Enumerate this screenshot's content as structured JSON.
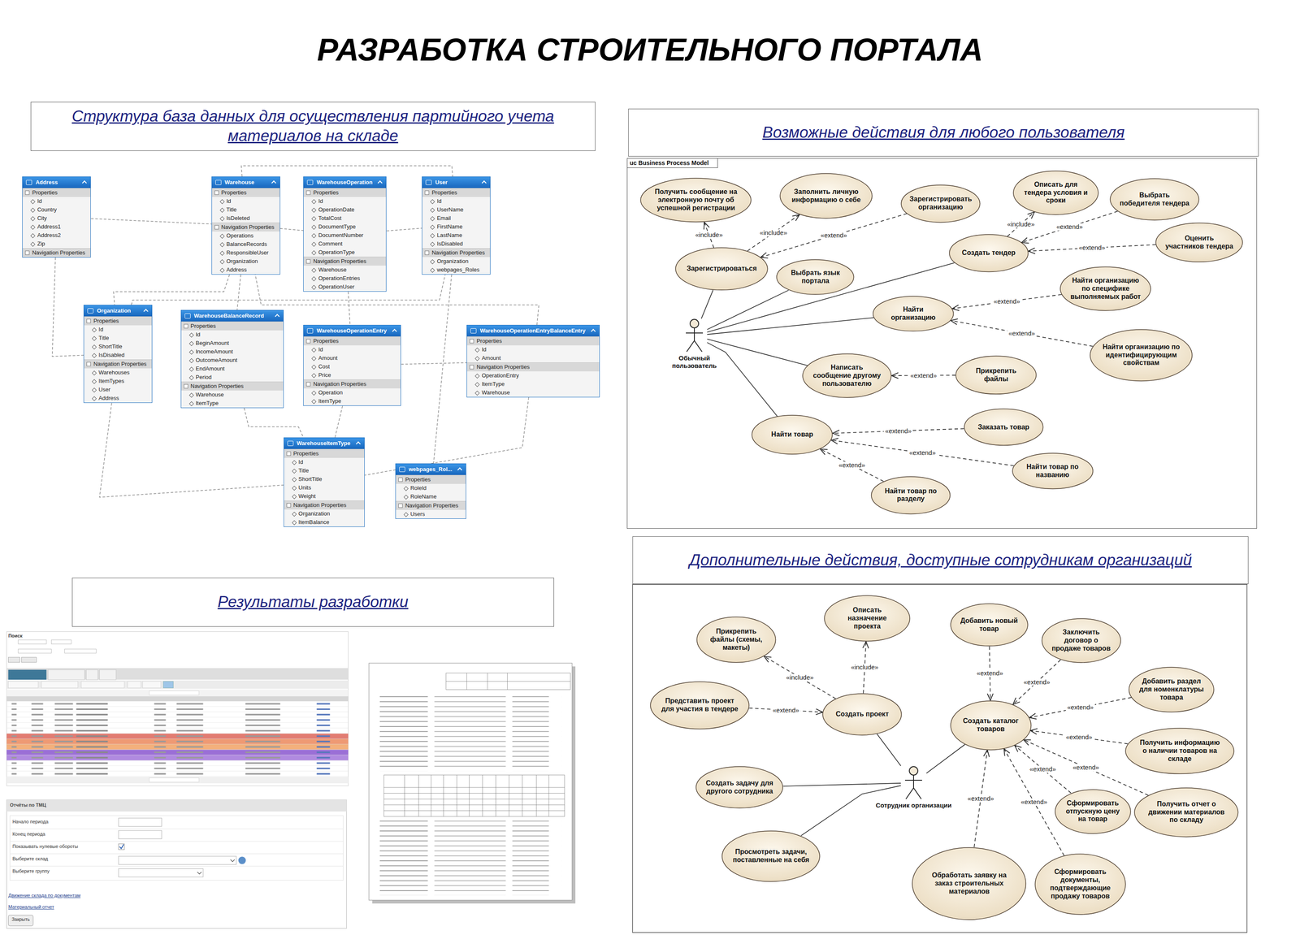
{
  "diagram": {
    "title": "РАЗРАБОТКА СТРОИТЕЛЬНОГО ПОРТАЛА",
    "nodes": [
      {
        "text": [
          "Структура база данных для осуществления партийного учета материалов на складе"
        ]
      },
      {
        "text": [
          "Возможные действия для любого пользователя"
        ]
      },
      {
        "text": [
          "Address",
          "Properties",
          "Id",
          "Country",
          "City",
          "Address1",
          "Address2",
          "Zip",
          "Navigation Properties"
        ]
      },
      {
        "text": [
          "Warehouse",
          "Properties",
          "Id",
          "Title",
          "IsDeleted",
          "Navigation Properties",
          "Operations",
          "BalanceRecords",
          "ResponsibleUser",
          "Organization",
          "Address"
        ]
      },
      {
        "text": [
          "WarehouseOperation",
          "Properties",
          "Id",
          "OperationDate",
          "TotalCost",
          "DocumentType",
          "DocumentNumber",
          "Comment",
          "OperationType",
          "Navigation Properties",
          "Warehouse",
          "OperationEntries",
          "OperationUser"
        ]
      },
      {
        "text": [
          "User",
          "Properties",
          "Id",
          "UserName",
          "Email",
          "FirstName",
          "LastName",
          "IsDisabled",
          "Navigation Properties",
          "Organization",
          "webpages_Roles"
        ]
      },
      {
        "text": [
          "Organization",
          "Properties",
          "Id",
          "Title",
          "ShortTitle",
          "IsDisabled",
          "Navigation Properties",
          "Warehouses",
          "ItemTypes",
          "User",
          "Address"
        ]
      },
      {
        "text": [
          "WarehouseBalanceRecord",
          "Properties",
          "Id",
          "BeginAmount",
          "IncomeAmount",
          "OutcomeAmount",
          "EndAmount",
          "Period",
          "Navigation Properties",
          "Warehouse",
          "ItemType"
        ]
      },
      {
        "text": [
          "WarehouseOperationEntry",
          "Properties",
          "Id",
          "Amount",
          "Cost",
          "Price",
          "Navigation Properties",
          "Operation",
          "ItemType"
        ]
      },
      {
        "text": [
          "WarehouseOperationEntryBalanceEntry",
          "Properties",
          "Id",
          "Amount",
          "Navigation Properties",
          "OperationEntry",
          "ItemType",
          "Warehouse"
        ]
      },
      {
        "text": [
          "WarehouseItemType",
          "Properties",
          "Id",
          "Title",
          "ShortTitle",
          "Units",
          "Weight",
          "Navigation Properties",
          "Organization",
          "ItemBalance"
        ]
      },
      {
        "text": [
          "webpages_Rol...",
          "Properties",
          "RoleId",
          "RoleName",
          "Navigation Properties",
          "Users"
        ]
      },
      {
        "text": [
          "uc Business Process Model"
        ]
      },
      {
        "text": [
          "Получить сообщение на электронную почту об успешной регистрации"
        ],
        "in": 12
      },
      {
        "text": [
          "Заполнить личную информацию о себе"
        ],
        "in": 12
      },
      {
        "text": [
          "Зарегистрировать организацию"
        ],
        "in": 12
      },
      {
        "text": [
          "Описать для тендера условия и сроки"
        ],
        "in": 12
      },
      {
        "text": [
          "Выбрать победителя тендера"
        ],
        "in": 12
      },
      {
        "text": [
          "Создать тендер"
        ],
        "in": 12
      },
      {
        "text": [
          "Оценить участников тендера"
        ],
        "in": 12
      },
      {
        "text": [
          "Зарегистрироваться"
        ],
        "in": 12
      },
      {
        "text": [
          "Выбрать язык портала"
        ],
        "in": 12
      },
      {
        "text": [
          "Найти организацию по специфике выполняемых работ"
        ],
        "in": 12
      },
      {
        "text": [
          "Найти организацию"
        ],
        "in": 12
      },
      {
        "text": [
          "Обычный пользователь"
        ],
        "in": 12
      },
      {
        "text": [
          "Найти организацию по идентифицирующим свойствам"
        ],
        "in": 12
      },
      {
        "text": [
          "Написать сообщение другому пользователю"
        ],
        "in": 12
      },
      {
        "text": [
          "Прикрепить файлы"
        ],
        "in": 12
      },
      {
        "text": [
          "Найти товар"
        ],
        "in": 12
      },
      {
        "text": [
          "Заказать товар"
        ],
        "in": 12
      },
      {
        "text": [
          "Найти товар по названию"
        ],
        "in": 12
      },
      {
        "text": [
          "Найти товар по разделу"
        ],
        "in": 12
      },
      {
        "text": [
          "Дополнительные действия, доступные сотрудникам организаций"
        ]
      },
      {
        "text": [
          "Результаты разработки"
        ]
      },
      {
        "text": [
          "Описать назначение проекта"
        ]
      },
      {
        "text": [
          "Прикрепить файлы (схемы, макеты)"
        ]
      },
      {
        "text": [
          "Добавить новый товар"
        ]
      },
      {
        "text": [
          "Заключить договор о продаже товаров"
        ]
      },
      {
        "text": [
          "Добавить раздел для номенклатуры товара"
        ]
      },
      {
        "text": [
          "Представить проект для участия в тендере"
        ]
      },
      {
        "text": [
          "Создать проект"
        ]
      },
      {
        "text": [
          "Создать каталог товаров"
        ]
      },
      {
        "text": [
          "Получить информацию о наличии товаров на складе"
        ]
      },
      {
        "text": [
          "Создать задачу для другого сотрудника"
        ]
      },
      {
        "text": [
          "Сотрудник организации"
        ]
      },
      {
        "text": [
          "Сформировать отпускную цену на товар"
        ]
      },
      {
        "text": [
          "Получить отчет о движении материалов по складу"
        ]
      },
      {
        "text": [
          "Просмотреть задачи, поставленные на себя"
        ]
      },
      {
        "text": [
          "Обработать заявку на заказ строительных материалов"
        ]
      },
      {
        "text": [
          "Сформировать документы, подтверждающие продажу товаров"
        ]
      }
    ],
    "edges": [
      {
        "from": 2,
        "to": 3,
        "arrow": "none"
      },
      {
        "from": 2,
        "to": 6,
        "arrow": "none"
      },
      {
        "from": 3,
        "to": 6,
        "arrow": "none"
      },
      {
        "from": 3,
        "to": 4,
        "arrow": "none"
      },
      {
        "from": 3,
        "to": 7,
        "arrow": "none"
      },
      {
        "from": 3,
        "to": 5,
        "arrow": "none"
      },
      {
        "from": 4,
        "to": 5,
        "arrow": "none"
      },
      {
        "from": 4,
        "to": 8,
        "arrow": "none"
      },
      {
        "from": 6,
        "to": 5,
        "arrow": "none"
      },
      {
        "from": 6,
        "to": 10,
        "arrow": "none"
      },
      {
        "from": 8,
        "to": 10,
        "arrow": "none"
      },
      {
        "from": 8,
        "to": 9,
        "arrow": "none"
      },
      {
        "from": 7,
        "to": 10,
        "arrow": "none"
      },
      {
        "from": 9,
        "to": 10,
        "arrow": "none"
      },
      {
        "from": 9,
        "to": 3,
        "arrow": "none"
      },
      {
        "from": 5,
        "to": 11,
        "arrow": "none"
      },
      {
        "from": 24,
        "to": 20,
        "arrow": "none"
      },
      {
        "from": 24,
        "to": 21,
        "arrow": "none"
      },
      {
        "from": 24,
        "to": 18,
        "arrow": "none"
      },
      {
        "from": 24,
        "to": 23,
        "arrow": "none"
      },
      {
        "from": 24,
        "to": 26,
        "arrow": "none"
      },
      {
        "from": 24,
        "to": 28,
        "arrow": "none"
      },
      {
        "from": 20,
        "to": 13,
        "label": "«include»",
        "arrow": "to"
      },
      {
        "from": 20,
        "to": 14,
        "label": "«include»",
        "arrow": "to"
      },
      {
        "from": 15,
        "to": 20,
        "label": "«extend»",
        "arrow": "to"
      },
      {
        "from": 18,
        "to": 16,
        "label": "«include»",
        "arrow": "to"
      },
      {
        "from": 17,
        "to": 18,
        "label": "«extend»",
        "arrow": "to"
      },
      {
        "from": 19,
        "to": 18,
        "label": "«extend»",
        "arrow": "to"
      },
      {
        "from": 22,
        "to": 23,
        "label": "«extend»",
        "arrow": "to"
      },
      {
        "from": 25,
        "to": 23,
        "label": "«extend»",
        "arrow": "to"
      },
      {
        "from": 27,
        "to": 26,
        "label": "«extend»",
        "arrow": "to"
      },
      {
        "from": 29,
        "to": 28,
        "label": "«extend»",
        "arrow": "to"
      },
      {
        "from": 30,
        "to": 28,
        "label": "«extend»",
        "arrow": "to"
      },
      {
        "from": 31,
        "to": 28,
        "label": "«extend»",
        "arrow": "to"
      },
      {
        "from": 44,
        "to": 40,
        "arrow": "none"
      },
      {
        "from": 44,
        "to": 41,
        "arrow": "none"
      },
      {
        "from": 44,
        "to": 43,
        "arrow": "none"
      },
      {
        "from": 44,
        "to": 47,
        "arrow": "none"
      },
      {
        "from": 40,
        "to": 35,
        "label": "«include»",
        "arrow": "to"
      },
      {
        "from": 40,
        "to": 34,
        "label": "«include»",
        "arrow": "to"
      },
      {
        "from": 39,
        "to": 40,
        "label": "«extend»",
        "arrow": "to"
      },
      {
        "from": 36,
        "to": 41,
        "label": "«extend»",
        "arrow": "to"
      },
      {
        "from": 37,
        "to": 41,
        "label": "«extend»",
        "arrow": "to"
      },
      {
        "from": 38,
        "to": 41,
        "label": "«extend»",
        "arrow": "to"
      },
      {
        "from": 42,
        "to": 41,
        "label": "«extend»",
        "arrow": "to"
      },
      {
        "from": 45,
        "to": 41,
        "label": "«extend»",
        "arrow": "to"
      },
      {
        "from": 46,
        "to": 41,
        "label": "«extend»",
        "arrow": "to"
      },
      {
        "from": 48,
        "to": 41,
        "label": "«extend»",
        "arrow": "to"
      },
      {
        "from": 49,
        "to": 41,
        "label": "«extend»",
        "arrow": "to"
      }
    ],
    "labels": [
      "Поиск",
      "Отчёты по ТМЦ",
      "Начало периода",
      "Конец периода",
      "Показывать нулевые обороты",
      "Выберите склад",
      "Выберите группу",
      "Движение склада по документам",
      "Материальный отчет",
      "Закрыть"
    ]
  }
}
